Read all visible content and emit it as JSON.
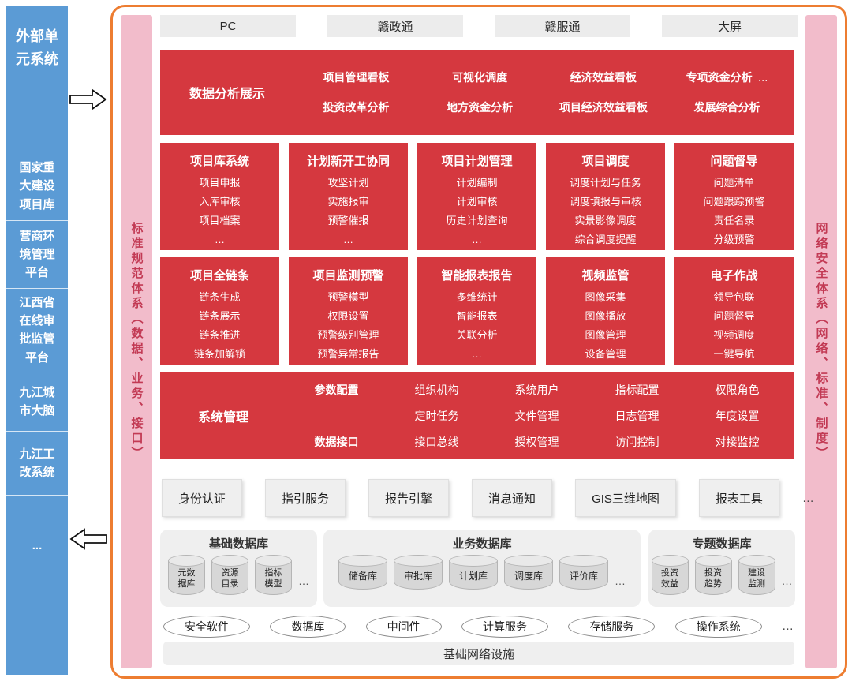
{
  "external": {
    "title": "外部单元系统",
    "items": [
      "国家重大建设项目库",
      "营商环境管理平台",
      "江西省在线审批监管平台",
      "九江城市大脑",
      "九江工改系统",
      "..."
    ]
  },
  "pillars": {
    "left": "标准规范体系（数据、业务、接口）",
    "right": "网络安全体系（网络、标准、制度）"
  },
  "channels": [
    "PC",
    "赣政通",
    "赣服通",
    "大屏"
  ],
  "analysis": {
    "title": "数据分析展示",
    "row1": [
      "项目管理看板",
      "可视化调度",
      "经济效益看板",
      "专项资金分析"
    ],
    "row1_more": "…",
    "row2": [
      "投资改革分析",
      "地方资金分析",
      "项目经济效益看板",
      "发展综合分析"
    ]
  },
  "modules_row1": [
    {
      "title": "项目库系统",
      "items": [
        "项目申报",
        "入库审核",
        "项目档案",
        "…"
      ]
    },
    {
      "title": "计划新开工协同",
      "items": [
        "攻坚计划",
        "实施报审",
        "预警催报",
        "…"
      ]
    },
    {
      "title": "项目计划管理",
      "items": [
        "计划编制",
        "计划审核",
        "历史计划查询",
        "…"
      ]
    },
    {
      "title": "项目调度",
      "items": [
        "调度计划与任务",
        "调度填报与审核",
        "实景影像调度",
        "综合调度提醒"
      ]
    },
    {
      "title": "问题督导",
      "items": [
        "问题清单",
        "问题跟踪预警",
        "责任名录",
        "分级预警"
      ]
    }
  ],
  "modules_row2": [
    {
      "title": "项目全链条",
      "items": [
        "链条生成",
        "链条展示",
        "链条推进",
        "链条加解锁"
      ]
    },
    {
      "title": "项目监测预警",
      "items": [
        "预警模型",
        "权限设置",
        "预警级别管理",
        "预警异常报告"
      ]
    },
    {
      "title": "智能报表报告",
      "items": [
        "多维统计",
        "智能报表",
        "关联分析",
        "…"
      ]
    },
    {
      "title": "视频监管",
      "items": [
        "图像采集",
        "图像播放",
        "图像管理",
        "设备管理"
      ]
    },
    {
      "title": "电子作战",
      "items": [
        "领导包联",
        "问题督导",
        "视频调度",
        "一键导航"
      ]
    }
  ],
  "system": {
    "title": "系统管理",
    "rows": [
      [
        "参数配置",
        "组织机构",
        "系统用户",
        "指标配置",
        "权限角色"
      ],
      [
        "",
        "定时任务",
        "文件管理",
        "日志管理",
        "年度设置"
      ],
      [
        "数据接口",
        "接口总线",
        "授权管理",
        "访问控制",
        "对接监控"
      ]
    ]
  },
  "services": {
    "items": [
      "身份认证",
      "指引服务",
      "报告引擎",
      "消息通知",
      "GIS三维地图",
      "报表工具"
    ],
    "more": "…"
  },
  "databases": [
    {
      "title": "基础数据库",
      "items": [
        "元数据库",
        "资源目录",
        "指标模型"
      ],
      "more": "…"
    },
    {
      "title": "业务数据库",
      "items": [
        "储备库",
        "审批库",
        "计划库",
        "调度库",
        "评价库"
      ],
      "more": "…"
    },
    {
      "title": "专题数据库",
      "items": [
        "投资效益",
        "投资趋势",
        "建设监测"
      ],
      "more": "…"
    }
  ],
  "platform": {
    "items": [
      "安全软件",
      "数据库",
      "中间件",
      "计算服务",
      "存储服务",
      "操作系统"
    ],
    "more": "…",
    "base": "基础网络设施"
  },
  "colors": {
    "red": "#D5383F",
    "blue": "#5B9BD5",
    "pink": "#F2BCCB",
    "orange_border": "#ED7D31",
    "gray_box": "#ECECEC"
  }
}
